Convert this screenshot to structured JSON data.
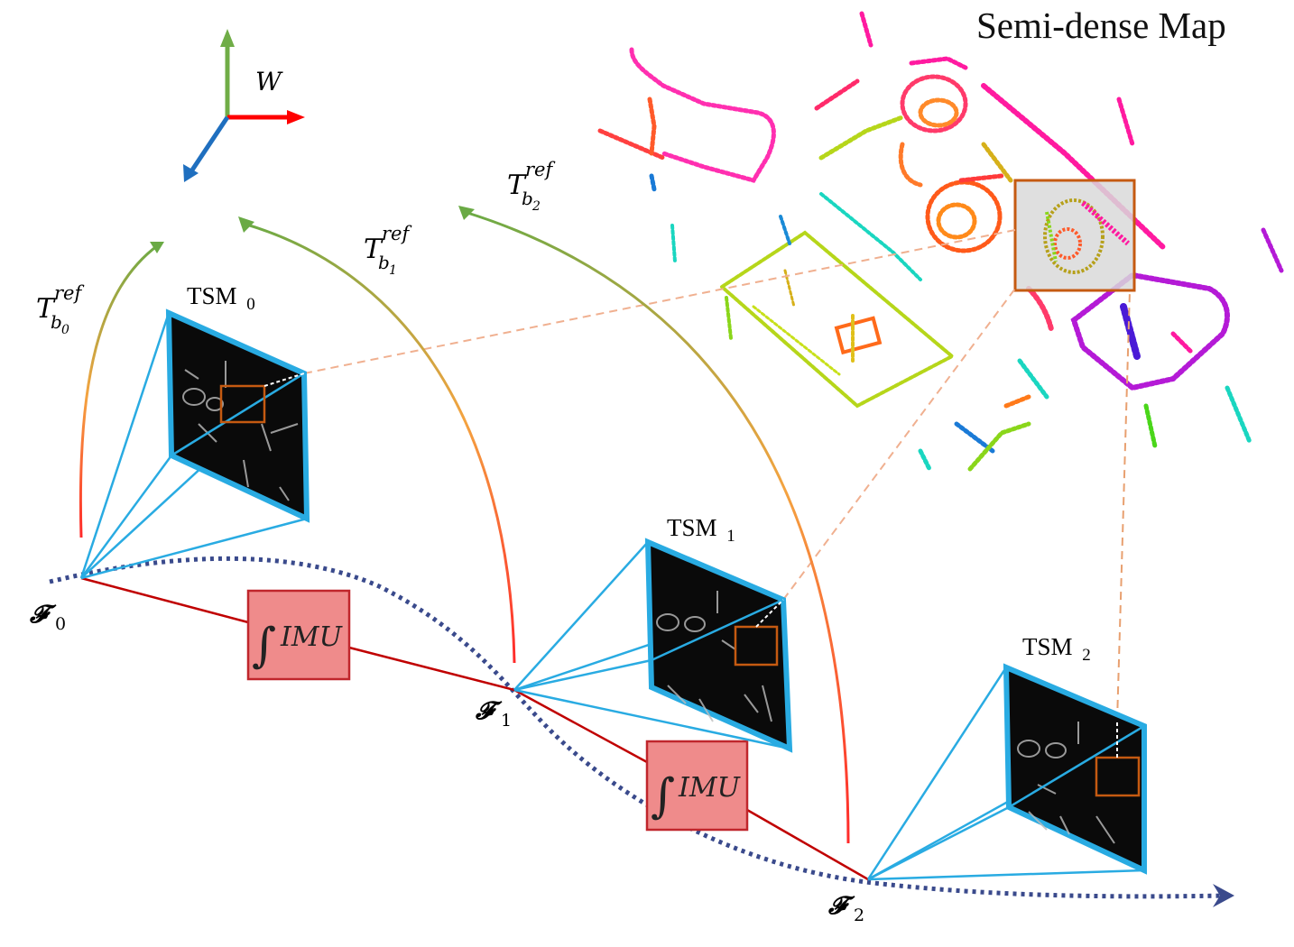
{
  "title": "Semi-dense Map",
  "world_axis_label": "W",
  "tsm_frames": [
    {
      "label": "TSM",
      "index": "0"
    },
    {
      "label": "TSM",
      "index": "1"
    },
    {
      "label": "TSM",
      "index": "2"
    }
  ],
  "frames": [
    {
      "symbol": "𝓕",
      "index": "0"
    },
    {
      "symbol": "𝓕",
      "index": "1"
    },
    {
      "symbol": "𝓕",
      "index": "2"
    }
  ],
  "imu_boxes": [
    {
      "symbol": "∫",
      "label": "IMU"
    },
    {
      "symbol": "∫",
      "label": "IMU"
    }
  ],
  "transforms": [
    {
      "base": "T",
      "sup": "ref",
      "sub": "b",
      "sub_index": "0"
    },
    {
      "base": "T",
      "sup": "ref",
      "sub": "b",
      "sub_index": "1"
    },
    {
      "base": "T",
      "sup": "ref",
      "sub": "b",
      "sub_index": "2"
    }
  ],
  "colors": {
    "camera_frustum": "#29abe2",
    "imu_box_fill": "#ef8b8b",
    "imu_box_stroke": "#c0262c",
    "imu_line": "#c00000",
    "trajectory": "#3a4a8c",
    "axis_x": "#ff0000",
    "axis_y": "#70ad47",
    "axis_z": "#1f6fbf",
    "highlight_box": "#c55a11",
    "arc_start": "#ff2a2a",
    "arc_mid": "#f4a340",
    "arc_end": "#6aaa45"
  }
}
